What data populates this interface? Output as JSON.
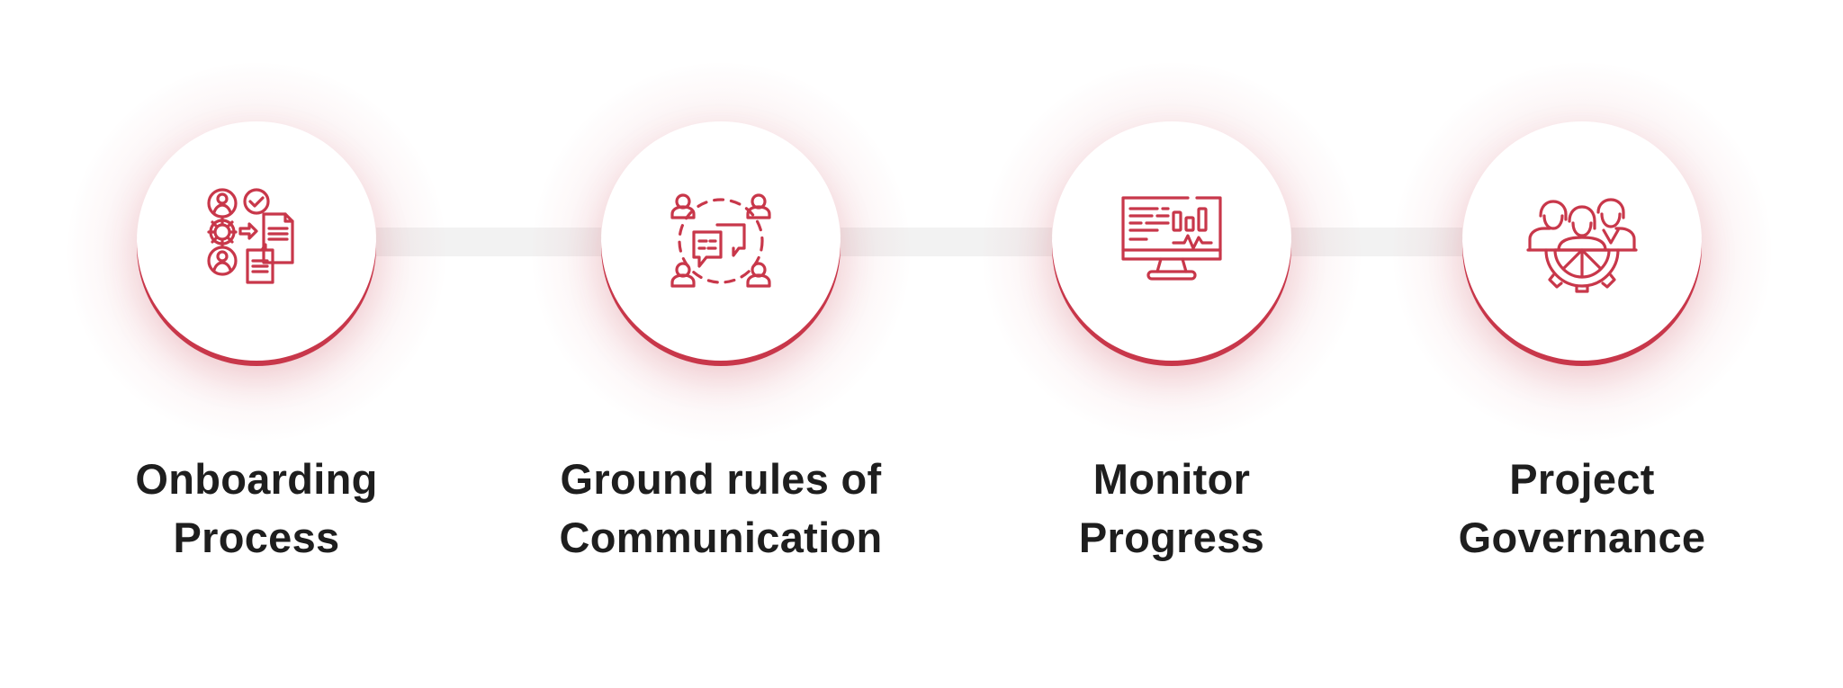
{
  "diagram": {
    "type": "horizontal-process-steps",
    "accent_color": "#c8374a",
    "connector_color": "#f2f2f2",
    "text_color": "#1e1e1e",
    "steps": [
      {
        "icon": "onboarding-process-icon",
        "label_line1": "Onboarding",
        "label_line2": "Process",
        "label": "Onboarding Process"
      },
      {
        "icon": "team-communication-icon",
        "label_line1": "Ground rules of",
        "label_line2": "Communication",
        "label": "Ground rules of Communication"
      },
      {
        "icon": "monitor-dashboard-icon",
        "label_line1": "Monitor",
        "label_line2": "Progress",
        "label": "Monitor Progress"
      },
      {
        "icon": "team-gear-governance-icon",
        "label_line1": "Project",
        "label_line2": "Governance",
        "label": "Project Governance"
      }
    ]
  }
}
